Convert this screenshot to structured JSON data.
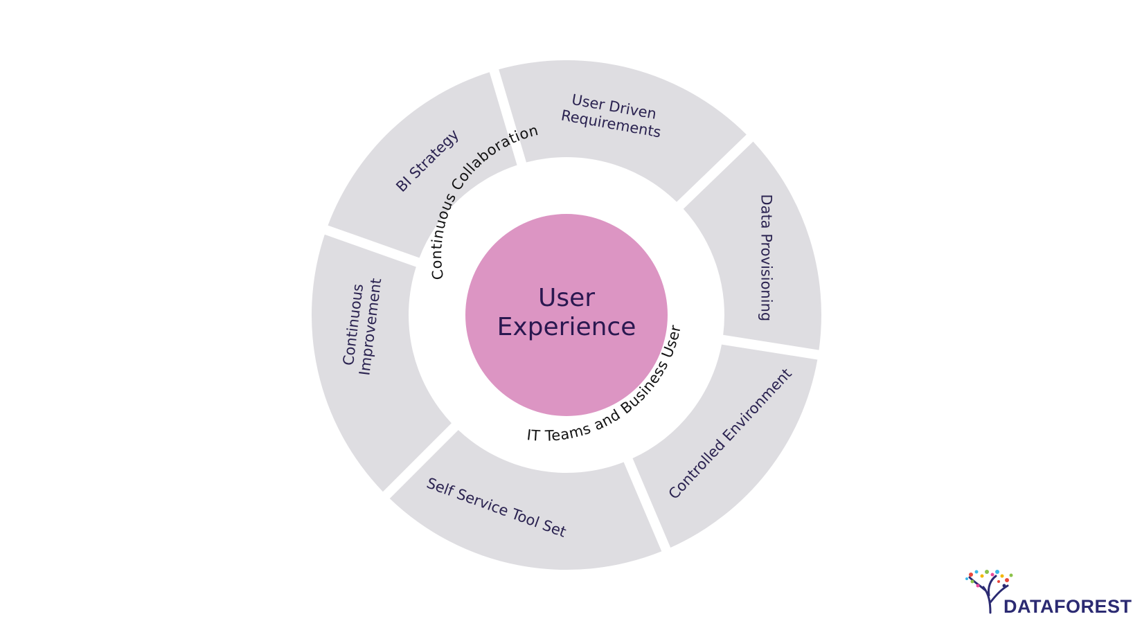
{
  "center": {
    "line1": "User",
    "line2": "Experience",
    "color": "#dc95c3"
  },
  "ring_color": "#dedde1",
  "inner_arcs": [
    "Continuous Collaboration",
    "IT Teams and Business Users"
  ],
  "segments": [
    {
      "lines": [
        "User Driven",
        "Requirements"
      ]
    },
    {
      "lines": [
        "Data Provisioning"
      ]
    },
    {
      "lines": [
        "Controlled Environment"
      ]
    },
    {
      "lines": [
        "Self Service Tool Set"
      ]
    },
    {
      "lines": [
        "Continuous",
        "Improvement"
      ]
    },
    {
      "lines": [
        "BI Strategy"
      ]
    }
  ],
  "logo": {
    "name": "DATAFOREST",
    "color": "#2b2a72"
  }
}
